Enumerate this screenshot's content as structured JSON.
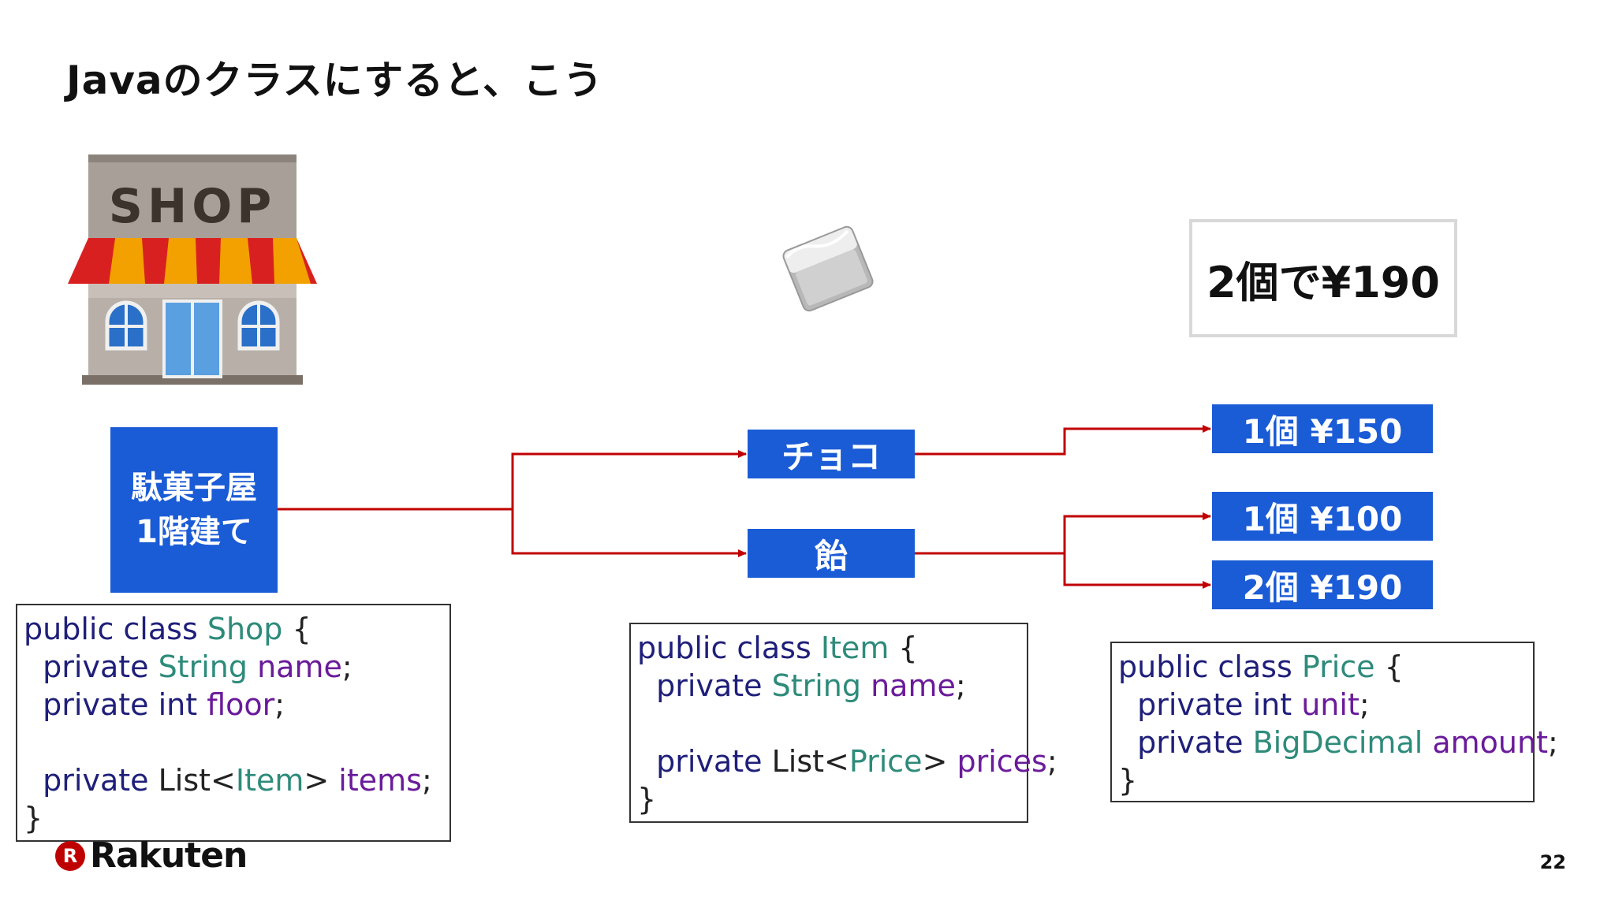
{
  "title": "Javaのクラスにすると、こう",
  "shop": {
    "sign": "SHOP",
    "label_line1": "駄菓子屋",
    "label_line2": "1階建て"
  },
  "items": [
    {
      "label": "チョコ"
    },
    {
      "label": "飴"
    }
  ],
  "prices": [
    {
      "label": "1個 ¥150"
    },
    {
      "label": "1個 ¥100"
    },
    {
      "label": "2個 ¥190"
    }
  ],
  "callout": "2個で¥190",
  "code_shop": {
    "l1_kw": "public class ",
    "l1_ty": "Shop",
    "l1_pl": " {",
    "l2_kw": "  private ",
    "l2_ty": "String ",
    "l2_fd": "name",
    "l2_pl": ";",
    "l3_kw": "  private int ",
    "l3_fd": "floor",
    "l3_pl": ";",
    "l5_kw": "  private ",
    "l5_pl1": "List<",
    "l5_ty": "Item",
    "l5_pl2": "> ",
    "l5_fd": "items",
    "l5_pl3": ";",
    "l6_pl": "}"
  },
  "code_item": {
    "l1_kw": "public class ",
    "l1_ty": "Item",
    "l1_pl": " {",
    "l2_kw": "  private ",
    "l2_ty": "String ",
    "l2_fd": "name",
    "l2_pl": ";",
    "l4_kw": "  private ",
    "l4_pl1": "List<",
    "l4_ty": "Price",
    "l4_pl2": "> ",
    "l4_fd": "prices",
    "l4_pl3": ";",
    "l5_pl": "}"
  },
  "code_price": {
    "l1_kw": "public class ",
    "l1_ty": "Price",
    "l1_pl": " {",
    "l2_kw": "  private int ",
    "l2_fd": "unit",
    "l2_pl": ";",
    "l3_kw": "  private ",
    "l3_ty": "BigDecimal ",
    "l3_fd": "amount",
    "l3_pl": ";",
    "l4_pl": "}"
  },
  "footer": {
    "logo_mark": "R",
    "logo_text": "Rakuten",
    "page_number": "22"
  },
  "colors": {
    "box_blue": "#1a5bd6",
    "connector_red": "#c00000",
    "keyword": "#1f1f7a",
    "type": "#2e8b7a",
    "field": "#6a1b9a"
  },
  "icons": [
    "shop-illustration",
    "candy-wrapper-illustration"
  ]
}
